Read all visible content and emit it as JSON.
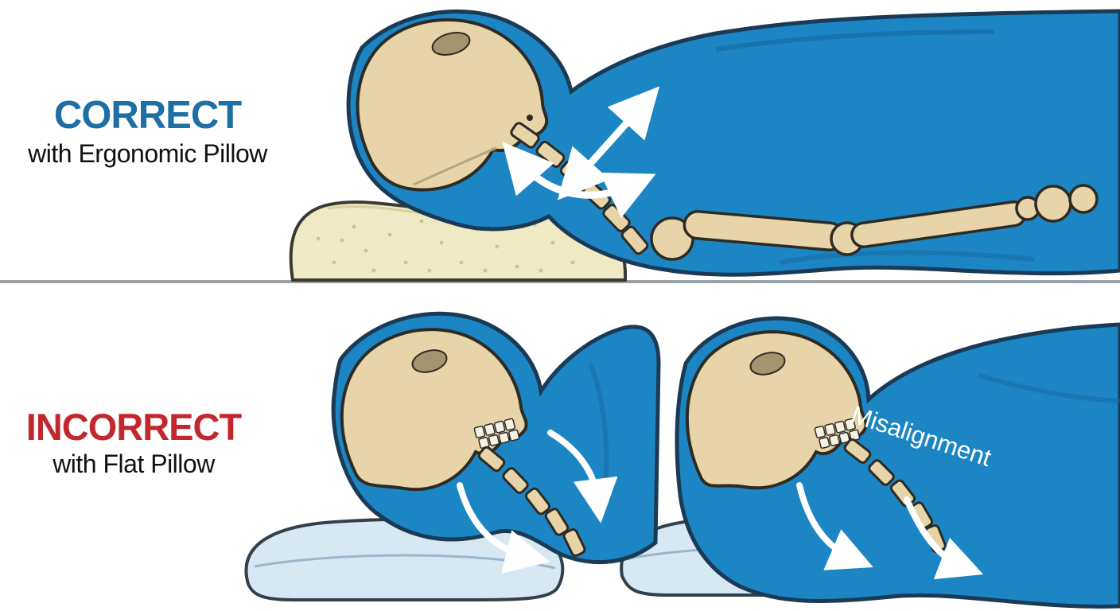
{
  "panels": [
    {
      "id": "correct",
      "title": "CORRECT",
      "subtitle": "with Ergonomic Pillow",
      "annotation": ""
    },
    {
      "id": "incorrect",
      "title": "INCORRECT",
      "subtitle": "with Flat Pillow",
      "annotation": "Misalignment"
    }
  ],
  "colors": {
    "correct_title": "#1d6fa5",
    "incorrect_title": "#c1272d",
    "body_blue": "#1c85c4",
    "body_outline": "#1a3a55",
    "bone_tan": "#e7d4a8",
    "bone_outline": "#2e2a24",
    "ergonomic_pillow": "#efe9c4",
    "flat_pillow": "#d8e8f3",
    "arrow_white": "#ffffff",
    "ground_gray": "#9aa0a4",
    "background": "#ffffff"
  }
}
